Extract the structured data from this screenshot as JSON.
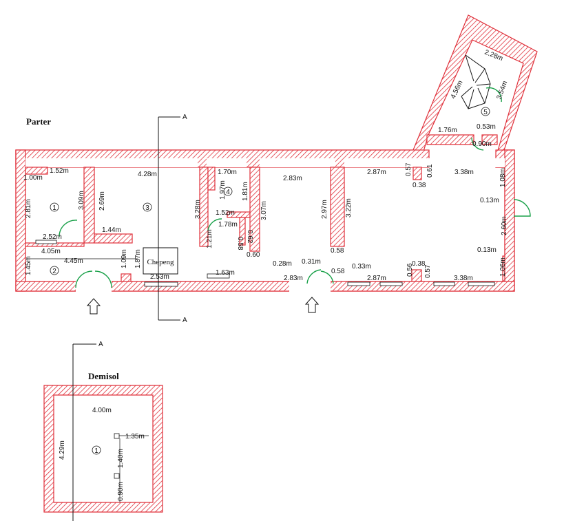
{
  "titles": {
    "parter": "Parter",
    "demisol": "Demisol"
  },
  "section_marker": "A",
  "chepeng": "Chepeng",
  "room_numbers": {
    "r1": "1",
    "r2": "2",
    "r3": "3",
    "r4": "4",
    "r5": "5",
    "d1": "1"
  },
  "dimensions": {
    "d_1_52": "1.52m",
    "d_1_00": "1.00m",
    "d_2_81": "2.81m",
    "d_3_09": "3.09m",
    "d_2_52": "2.52m",
    "d_4_05": "4.05m",
    "d_4_45": "4.45m",
    "d_1_45": "1.45m",
    "d_1_09": "1.09m",
    "d_1_87": "1.87m",
    "d_4_28": "4.28m",
    "d_2_69": "2.69m",
    "d_1_44": "1.44m",
    "d_2_53": "2.53m",
    "d_1_70": "1.70m",
    "d_1_97": "1.97m",
    "d_1_81": "1.81m",
    "d_3_28": "3.28m",
    "d_1_52b": "1.52m",
    "d_1_78": "1.78m",
    "d_0_62": "0.62",
    "d_0_58": "0.58",
    "d_1_21": "1.21m",
    "d_0_60": "0.60",
    "d_1_63": "1.63m",
    "d_2_83": "2.83m",
    "d_3_07": "3.07m",
    "d_2_97": "2.97m",
    "d_3_22": "3.22m",
    "d_0_58b": "0.58",
    "d_0_28": "0.28m",
    "d_0_31": "0.31m",
    "d_2_83b": "2.83m",
    "d_0_58c": "0.58",
    "d_0_33": "0.33m",
    "d_2_87": "2.87m",
    "d_0_57": "0.57",
    "d_0_61": "0.61",
    "d_0_38": "0.38",
    "d_3_38": "3.38m",
    "d_0_38b": "0.38",
    "d_2_87b": "2.87m",
    "d_0_56": "0.56",
    "d_0_57b": "0.57",
    "d_3_38b": "3.38m",
    "d_1_06": "1.06m",
    "d_1_08": "1.08m",
    "d_0_13": "0.13m",
    "d_2_60": "2.60m",
    "d_0_13b": "0.13m",
    "d_1_76": "1.76m",
    "d_0_53": "0.53m",
    "d_0_90": "0.90m",
    "d_2_28": "2.28m",
    "d_4_56": "4.56m",
    "d_3_54": "3.54m",
    "d_4_00": "4.00m",
    "d_4_29": "4.29m",
    "d_1_35": "1.35m",
    "d_1_40": "1.40m",
    "d_0_90b": "0.90m"
  },
  "colors": {
    "wall": "#e0303a",
    "door": "#18a048",
    "line": "#111111"
  }
}
